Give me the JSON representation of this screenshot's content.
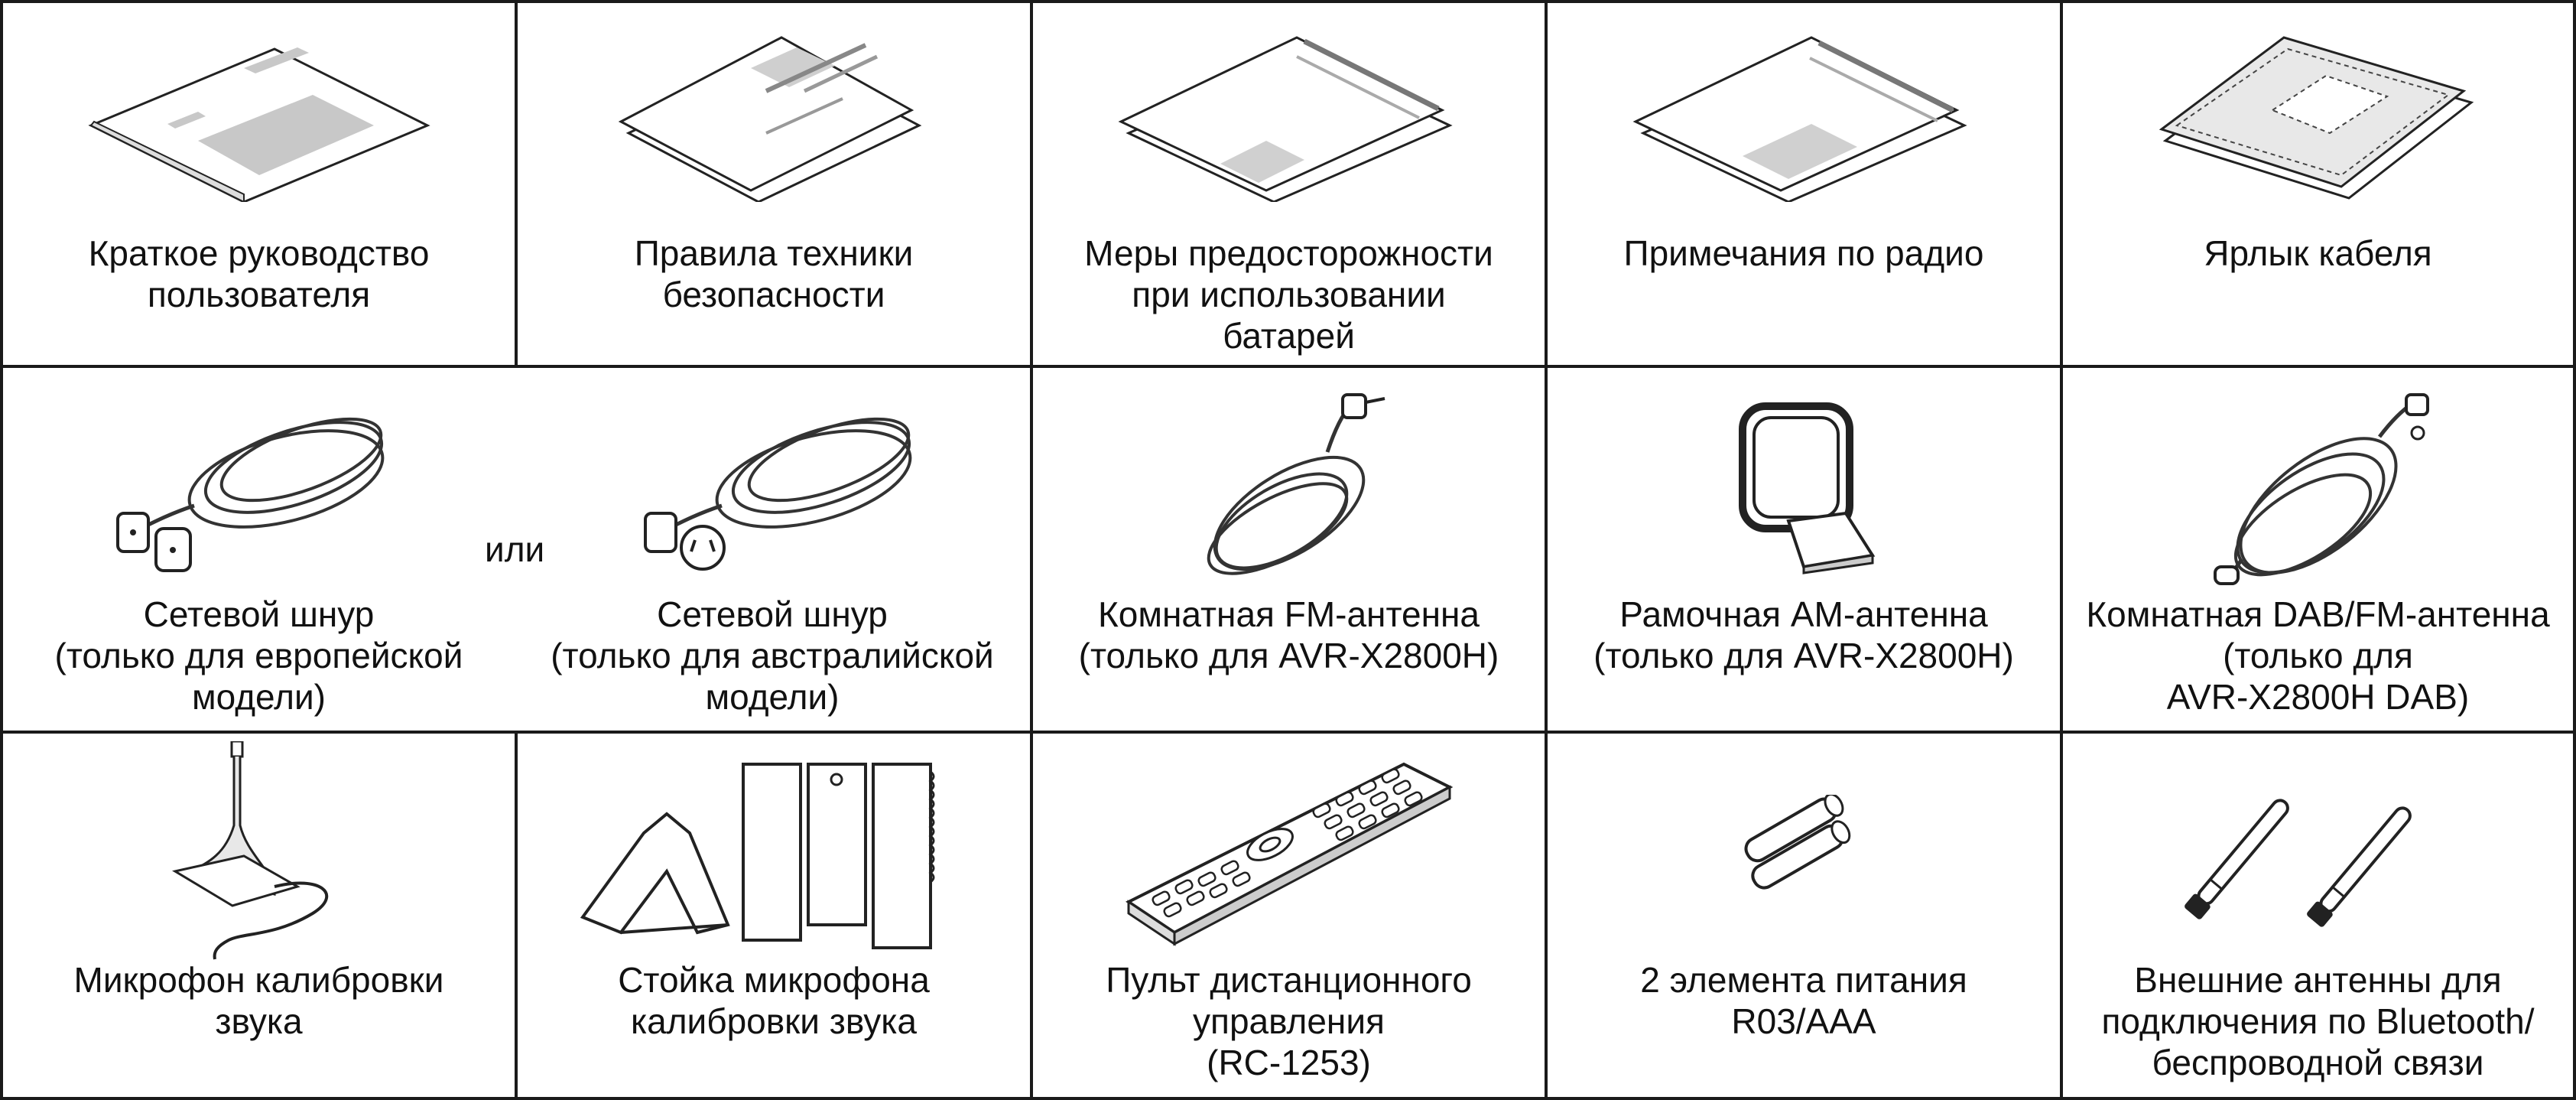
{
  "row1": {
    "quick_guide": "Краткое руководство\nпользователя",
    "safety": "Правила техники\nбезопасности",
    "battery": "Меры предосторожности\nпри использовании\nбатарей",
    "radio": "Примечания по радио",
    "cable_label": "Ярлык кабеля"
  },
  "row2": {
    "power_eu": "Сетевой шнур\n(только для европейской\nмодели)",
    "or_text": "или",
    "power_au": "Сетевой шнур\n(только для австралийской\nмодели)",
    "fm_antenna": "Комнатная FM-антенна\n(только для AVR-X2800H)",
    "am_antenna": "Рамочная AM-антенна\n(только для AVR-X2800H)",
    "dab_antenna": "Комнатная DAB/FM-антенна\n(только для\nAVR-X2800H DAB)"
  },
  "row3": {
    "mic": "Микрофон калибровки\nзвука",
    "mic_stand": "Стойка микрофона\nкалибровки звука",
    "remote": "Пульт дистанционного\nуправления\n(RC-1253)",
    "batteries": "2 элемента питания\nR03/AAA",
    "ext_antennas": "Внешние антенны для\nподключения по Bluetooth/\nбеспроводной связи"
  }
}
